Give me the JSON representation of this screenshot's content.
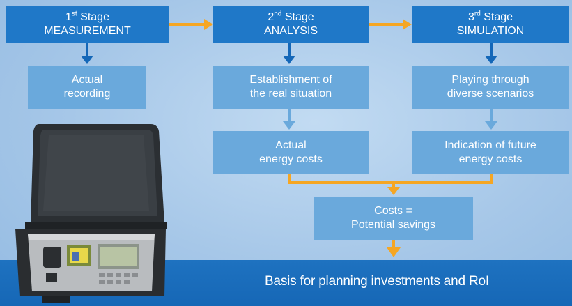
{
  "stages": [
    {
      "num": "1",
      "sup": "st",
      "word": "Stage",
      "name": "MEASUREMENT"
    },
    {
      "num": "2",
      "sup": "nd",
      "word": "Stage",
      "name": "ANALYSIS"
    },
    {
      "num": "3",
      "sup": "rd",
      "word": "Stage",
      "name": "SIMULATION"
    }
  ],
  "level2": [
    {
      "line1": "Actual",
      "line2": "recording"
    },
    {
      "line1": "Establishment of",
      "line2": "the real situation"
    },
    {
      "line1": "Playing through",
      "line2": "diverse scenarios"
    }
  ],
  "level3": [
    {
      "line1": "Actual",
      "line2": "energy costs"
    },
    {
      "line1": "Indication of future",
      "line2": "energy costs"
    }
  ],
  "result": {
    "line1": "Costs =",
    "line2": "Potential savings"
  },
  "footer": "Basis for planning investments and RoI",
  "colors": {
    "dark_box": "#1f78c8",
    "light_box": "#6aa9dc",
    "arrow_dark": "#1467b8",
    "arrow_orange": "#f5a623"
  }
}
